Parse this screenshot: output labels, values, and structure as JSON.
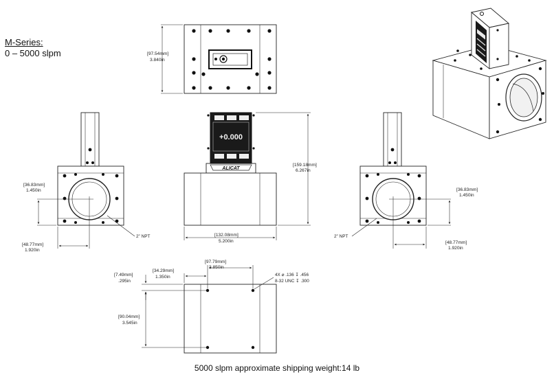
{
  "header": {
    "series_title": "M-Series:",
    "series_range": "0 – 5000 slpm"
  },
  "top_view": {
    "height_mm": "[97.54mm]",
    "height_in": "3.840in"
  },
  "left_view": {
    "center_mm": "[36.83mm]",
    "center_in": "1.450in",
    "width_mm": "[48.77mm]",
    "width_in": "1.920in",
    "port_label": "2\" NPT"
  },
  "front_view": {
    "height_mm": "[159.18mm]",
    "height_in": "6.267in",
    "width_mm": "[132.08mm]",
    "width_in": "5.200in",
    "display_reading": "+0.000",
    "brand": "ALICAT"
  },
  "right_view": {
    "center_mm": "[36.83mm]",
    "center_in": "1.450in",
    "width_mm": "[48.77mm]",
    "width_in": "1.920in",
    "port_label": "2\" NPT"
  },
  "bottom_view": {
    "spacing_mm": "[97.79mm]",
    "spacing_in": "3.850in",
    "offset_mm": "[34.29mm]",
    "offset_in": "1.350in",
    "edge_mm": "[7.49mm]",
    "edge_in": ".295in",
    "depth_mm": "[90.04mm]",
    "depth_in": "3.545in",
    "hole_note_line1": "4X ⌀ .136 ↧ .456",
    "hole_note_line2": "8-32 UNC ↧ .300"
  },
  "footer": {
    "shipping_weight": "5000 slpm approximate shipping weight:14 lb"
  }
}
